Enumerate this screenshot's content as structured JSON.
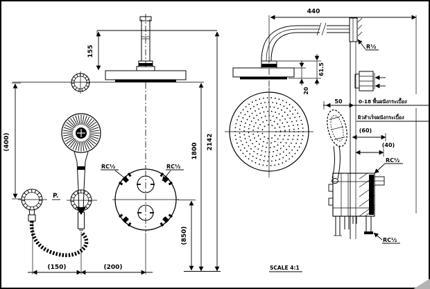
{
  "drawing": {
    "scale_label": "SCALE 4:1",
    "front_view": {
      "dim_arm_height": "155",
      "dim_holder_drop": "(400)",
      "dim_mixer_height": "(850)",
      "dim_head_face_height": "1800",
      "dim_overall_height": "2142",
      "dim_hose_spacing": "(150)",
      "dim_mixer_spacing": "(200)",
      "label_p": "P.",
      "label_rc_left": "RC½",
      "label_rc_right": "RC½"
    },
    "side_view": {
      "dim_arm_reach": "440",
      "dim_head_height": "61.5",
      "dim_head_thickness": "20",
      "dim_wall_gap": "50",
      "dim_rough_in_a": "(60)",
      "dim_rough_in_b": "(40)",
      "label_r_ceiling": "R½",
      "label_rc_upper": "RC½",
      "label_rc_lower": "RC½",
      "note_tile_range": "0-18 พื้นผนังกระเบื้อง",
      "note_tile_surface": "ผิวสำเร็จผนังกระเบื้อง"
    }
  }
}
